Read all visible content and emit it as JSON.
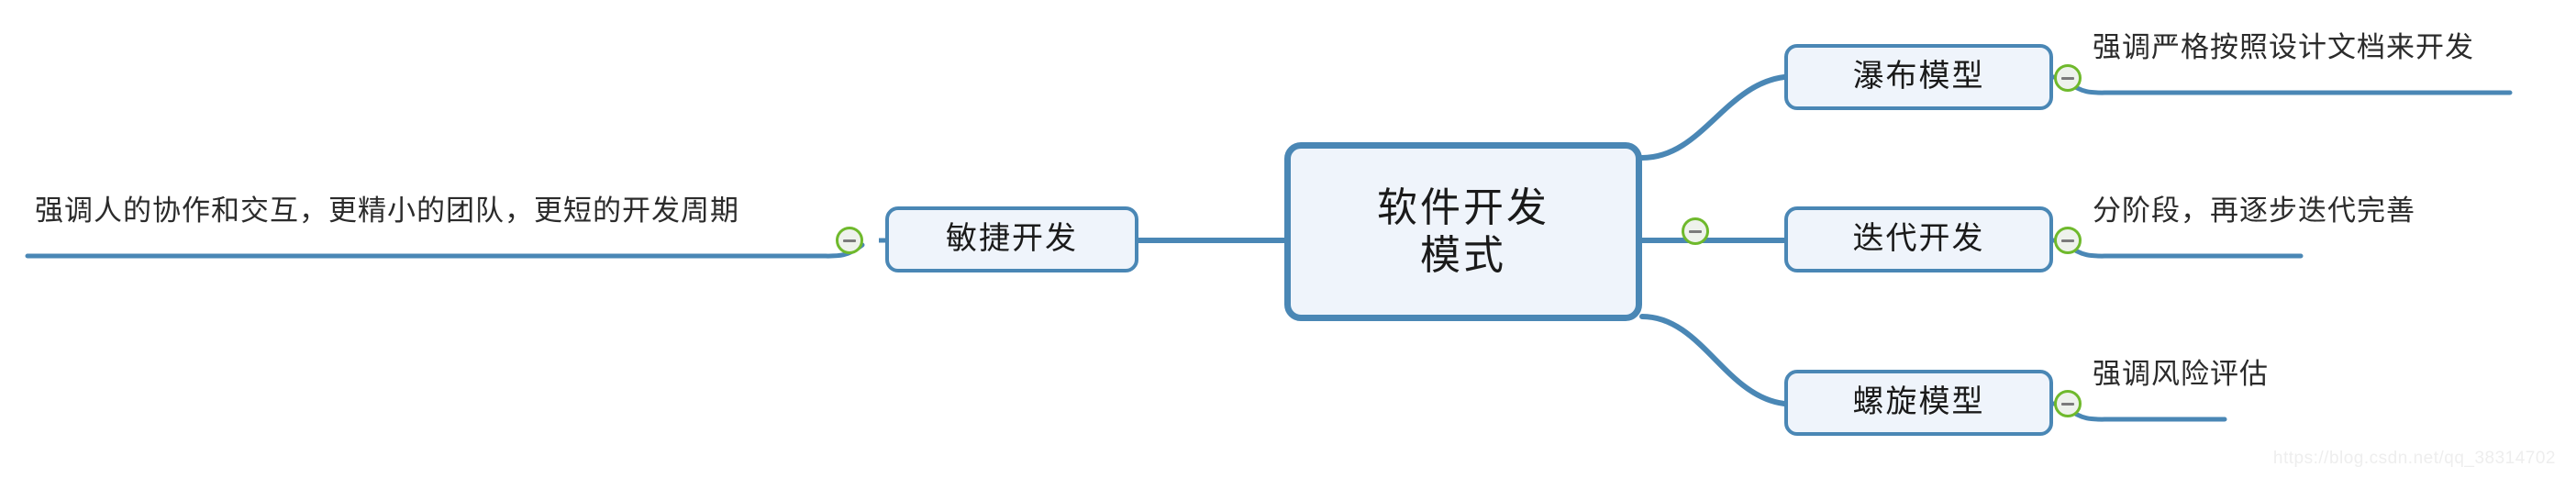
{
  "diagram": {
    "type": "mind-map",
    "title": "软件开发模式",
    "watermark": "https://blog.csdn.net/qq_38314702",
    "colors": {
      "node_border": "#4a87b5",
      "node_fill": "#eff4fb",
      "edge": "#4a87b5",
      "collapse_ring": "#6fb92c",
      "collapse_minus": "#7b7b7b",
      "text": "#1a1a1a"
    }
  },
  "root": {
    "label": "软件开发\n模式",
    "collapse_icon": "minus-circle-icon"
  },
  "branches": {
    "waterfall": {
      "label": "瀑布模型",
      "description": "强调严格按照设计文档来开发",
      "collapse_icon": "minus-circle-icon"
    },
    "iterative": {
      "label": "迭代开发",
      "description": "分阶段，再逐步迭代完善",
      "collapse_icon": "minus-circle-icon"
    },
    "spiral": {
      "label": "螺旋模型",
      "description": "强调风险评估",
      "collapse_icon": "minus-circle-icon"
    },
    "agile": {
      "label": "敏捷开发",
      "description": "强调人的协作和交互，更精小的团队，更短的开发周期",
      "collapse_icon": "minus-circle-icon"
    }
  }
}
